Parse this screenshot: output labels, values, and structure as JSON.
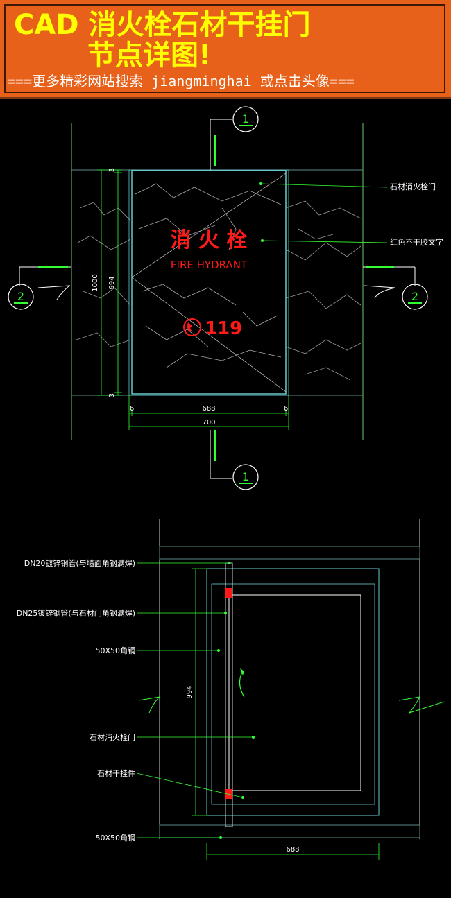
{
  "banner": {
    "title_line1": "CAD 消火栓石材干挂门",
    "title_line2": "节点详图!",
    "subtitle": "===更多精彩网站搜索 jiangminghai 或点击头像==="
  },
  "elevation": {
    "section_mark_top": "1",
    "section_mark_bottom": "1",
    "section_mark_left": "2",
    "section_mark_right": "2",
    "door_text_cn": "消 火 栓",
    "door_text_en": "FIRE HYDRANT",
    "phone_number": "119",
    "label_door": "石材消火栓门",
    "label_text": "红色不干胶文字",
    "dim_height_total": "1000",
    "dim_height_door": "994",
    "dim_gap_top": "3",
    "dim_gap_bottom": "3",
    "dim_width_door": "688",
    "dim_width_total": "700",
    "dim_gap_left": "6",
    "dim_gap_right": "6"
  },
  "section": {
    "label_dn20": "DN20镀锌钢管(与墙面角钢满焊)",
    "label_dn25": "DN25镀锌钢管(与石材门角钢满焊)",
    "label_angle_top": "50X50角钢",
    "label_door": "石材消火栓门",
    "label_hanger": "石材干挂件",
    "label_angle_bottom": "50X50角钢",
    "dim_height": "994",
    "dim_width": "688"
  },
  "colors": {
    "green": "#33ff33",
    "cyan": "#66cccc",
    "red": "#ff1a1a",
    "white": "#ffffff",
    "banner": "#e8611a",
    "banner_title": "#ffff00"
  }
}
